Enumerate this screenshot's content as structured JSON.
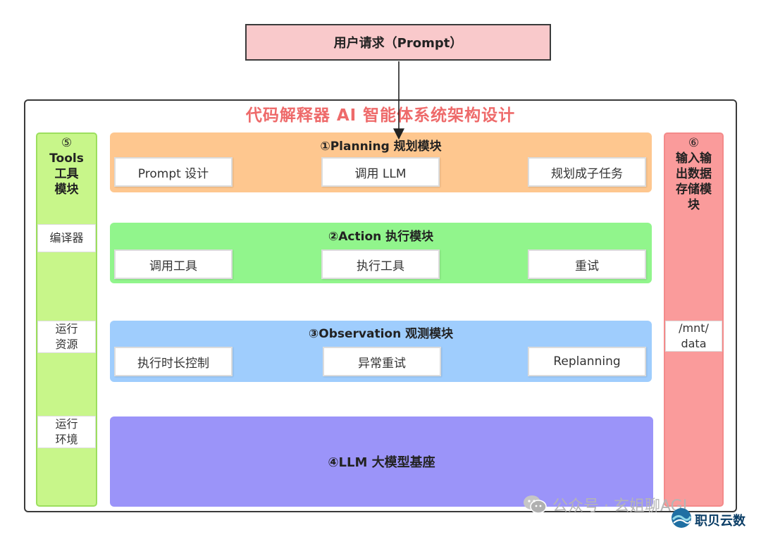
{
  "request": {
    "label": "用户请求（Prompt）"
  },
  "frame": {
    "title": "代码解释器 AI 智能体系统架构设计"
  },
  "tools_column": {
    "number": "⑤",
    "title_line1": "Tools",
    "title_line2": "工具",
    "title_line3": "模块",
    "items": [
      {
        "label": "编译器"
      },
      {
        "line1": "运行",
        "line2": "资源"
      },
      {
        "line1": "运行",
        "line2": "环境"
      }
    ]
  },
  "io_column": {
    "number": "⑥",
    "title_line1": "输入输",
    "title_line2": "出数据",
    "title_line3": "存储模",
    "title_line4": "块",
    "item": {
      "line1": "/mnt/",
      "line2": "data"
    }
  },
  "modules": [
    {
      "title": "①Planning 规划模块",
      "items": [
        "Prompt 设计",
        "调用 LLM",
        "规划成子任务"
      ]
    },
    {
      "title": "②Action 执行模块",
      "items": [
        "调用工具",
        "执行工具",
        "重试"
      ]
    },
    {
      "title": "③Observation 观测模块",
      "items": [
        "执行时长控制",
        "异常重试",
        "Replanning"
      ]
    },
    {
      "title": "④LLM 大模型基座"
    }
  ],
  "watermarks": {
    "wechat": "公众号 · 玄姐聊AGI",
    "brand": "职贝云数"
  },
  "colors": {
    "request_fill": "#f9c9cb",
    "title_red": "#ee6a6a",
    "planning": "#fec78f",
    "action": "#91f58c",
    "observation": "#9fcdfd",
    "llm": "#9b94f9",
    "tools": "#c8f68a",
    "io": "#fa9b9b"
  }
}
